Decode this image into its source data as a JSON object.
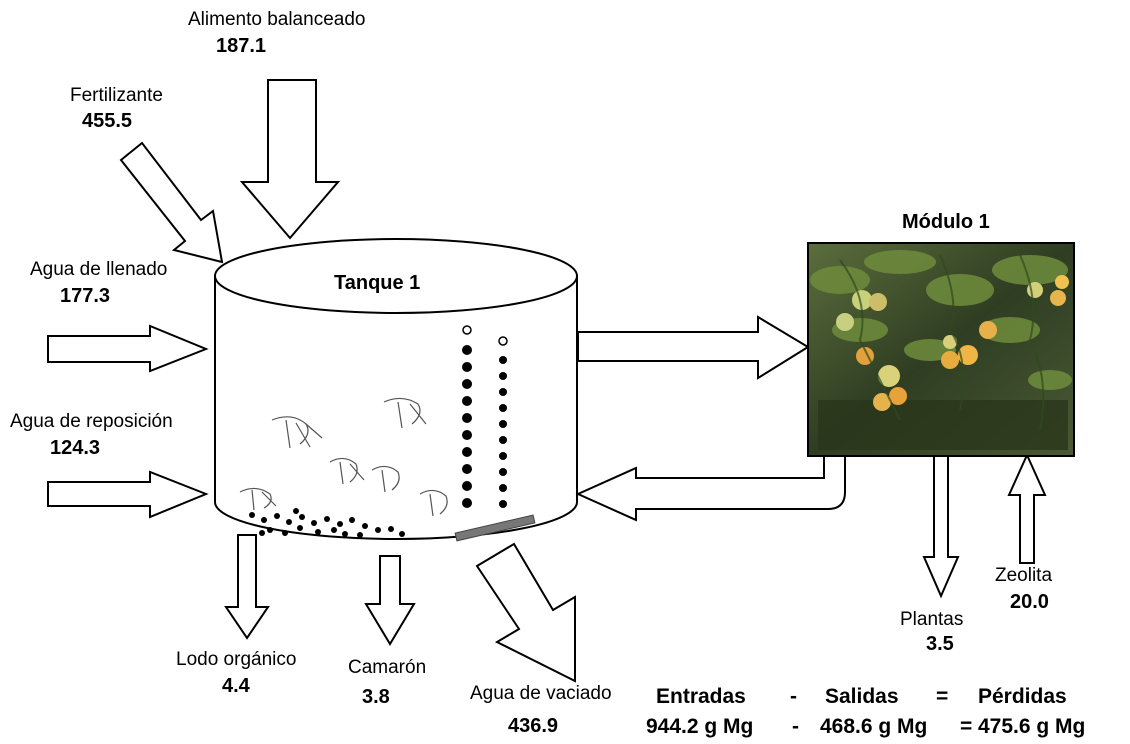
{
  "flows": {
    "alimento": {
      "label": "Alimento balanceado",
      "value": "187.1"
    },
    "fertilizante": {
      "label": "Fertilizante",
      "value": "455.5"
    },
    "agua_llenado": {
      "label": "Agua de llenado",
      "value": "177.3"
    },
    "agua_reposicion": {
      "label": "Agua de reposición",
      "value": "124.3"
    },
    "lodo": {
      "label": "Lodo orgánico",
      "value": "4.4"
    },
    "camaron": {
      "label": "Camarón",
      "value": "3.8"
    },
    "agua_vaciado": {
      "label": "Agua de vaciado",
      "value": "436.9"
    },
    "plantas": {
      "label": "Plantas",
      "value": "3.5"
    },
    "zeolita": {
      "label": "Zeolita",
      "value": "20.0"
    }
  },
  "tank": {
    "label": "Tanque 1"
  },
  "module": {
    "label": "Módulo  1"
  },
  "balance": {
    "in_label": "Entradas",
    "minus": "-",
    "out_label": "Salidas",
    "eq": "=",
    "loss_label": "Pérdidas",
    "in_value": "944.2 g Mg",
    "out_value": "468.6 g Mg",
    "loss_value": "475.6 g Mg"
  },
  "colors": {
    "ink": "#000000",
    "plate": "#777777",
    "leaf": "#3f5a2a",
    "fruit": "#e2a13c"
  }
}
